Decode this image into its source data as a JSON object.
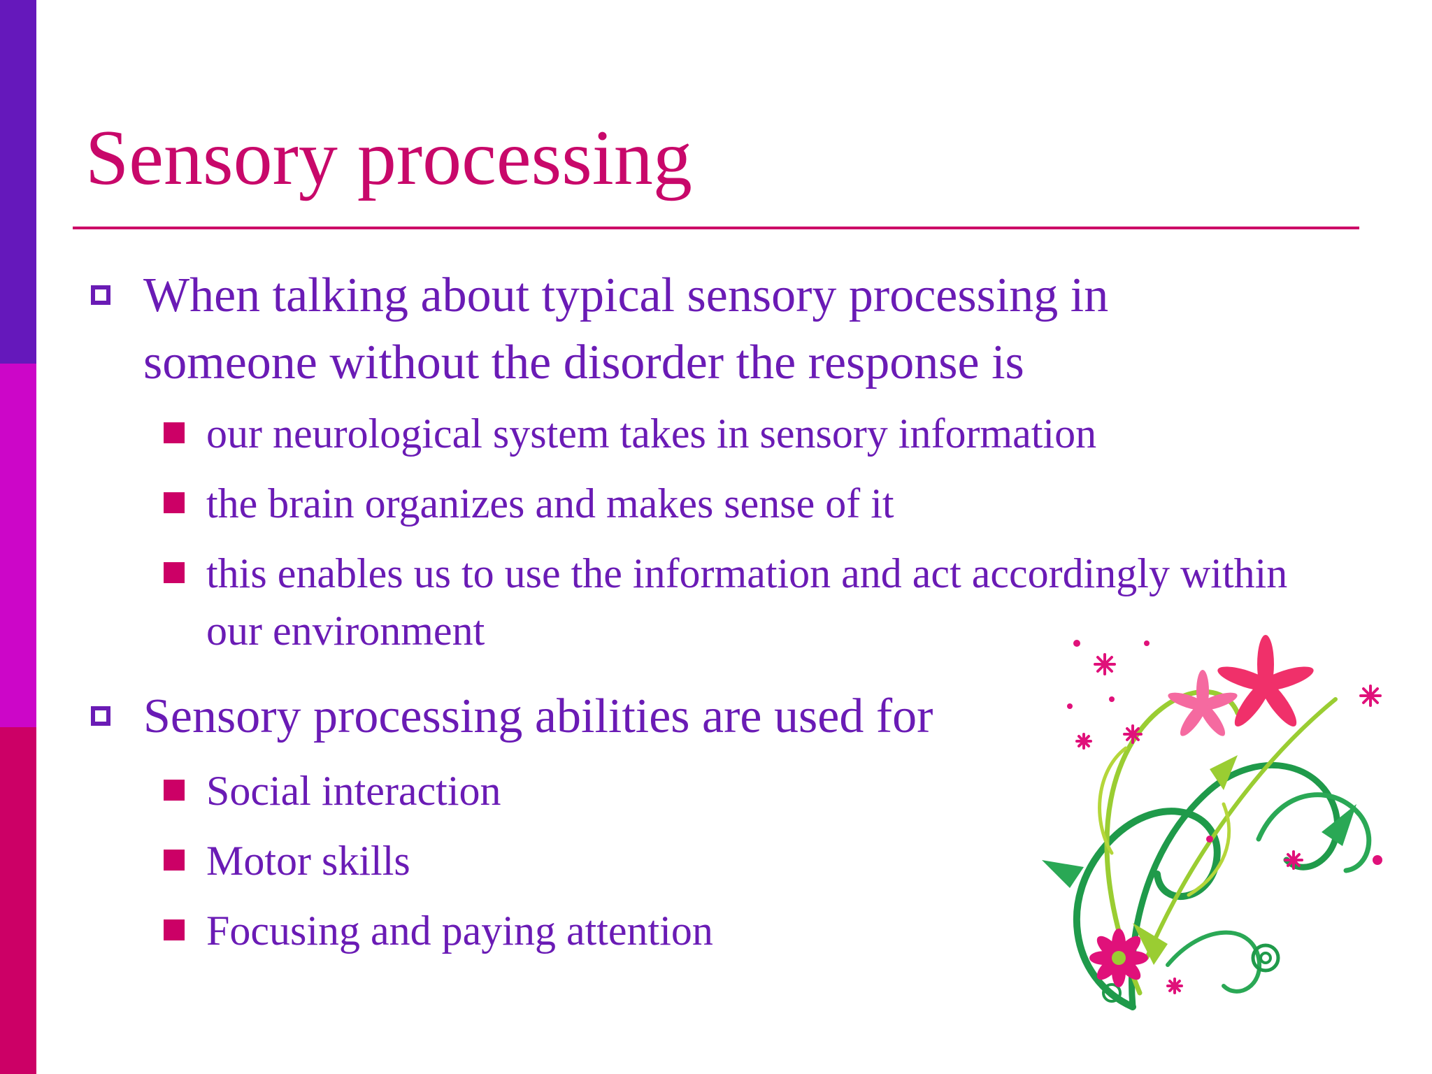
{
  "slide": {
    "title": "Sensory processing",
    "bullets": [
      {
        "text": "When talking about typical sensory processing in someone without the disorder the response is",
        "sub": [
          "our neurological system takes in sensory information",
          "the brain organizes and makes sense of it",
          "this enables us to use the information and act accordingly within our environment"
        ]
      },
      {
        "text": "Sensory processing abilities are used for",
        "sub": [
          "Social interaction",
          "Motor skills",
          "Focusing and paying attention"
        ]
      }
    ]
  },
  "colors": {
    "title": "#c8086a",
    "body_text": "#6a1bb5",
    "sub_bullet": "#cc0066",
    "bar_purple": "#6518bb",
    "bar_magenta": "#cc06c8",
    "bar_crimson": "#cc0066"
  },
  "icons": {
    "level1_bullet": "hollow-square-icon",
    "level2_bullet": "filled-square-icon",
    "decoration": "floral-swirl-icon"
  }
}
